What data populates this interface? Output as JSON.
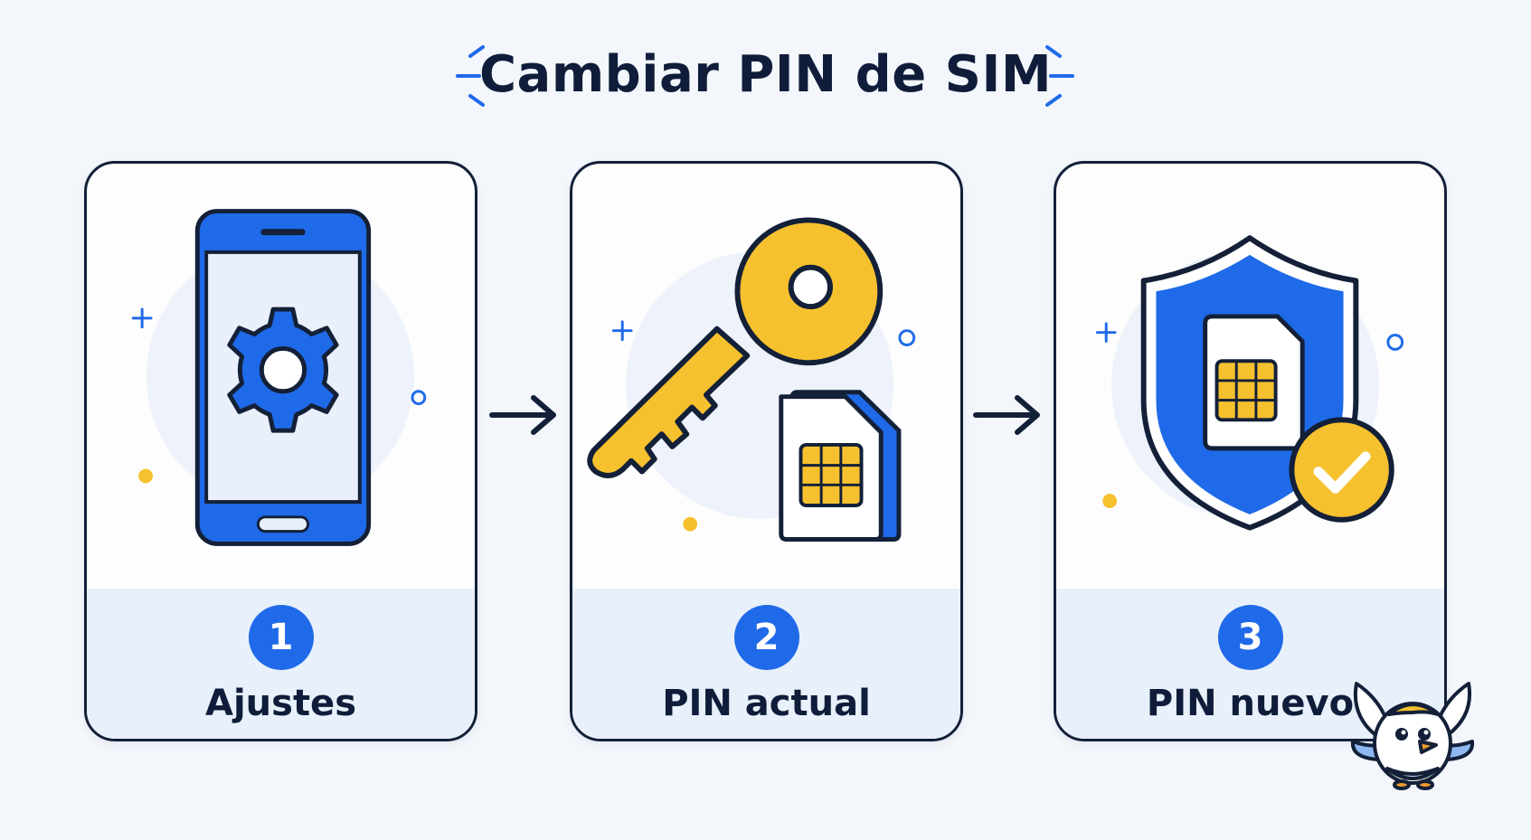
{
  "title": "Cambiar PIN de SIM",
  "colors": {
    "accent_blue": "#1f6ae8",
    "accent_yellow": "#f6c12e",
    "ink": "#0f1d3a",
    "background": "#f3f6fb"
  },
  "steps": [
    {
      "number": "1",
      "label": "Ajustes",
      "icon": "phone-settings-icon"
    },
    {
      "number": "2",
      "label": "PIN actual",
      "icon": "key-sim-icon"
    },
    {
      "number": "3",
      "label": "PIN nuevo",
      "icon": "shield-sim-check-icon"
    }
  ],
  "mascot": "bird-mascot-icon"
}
